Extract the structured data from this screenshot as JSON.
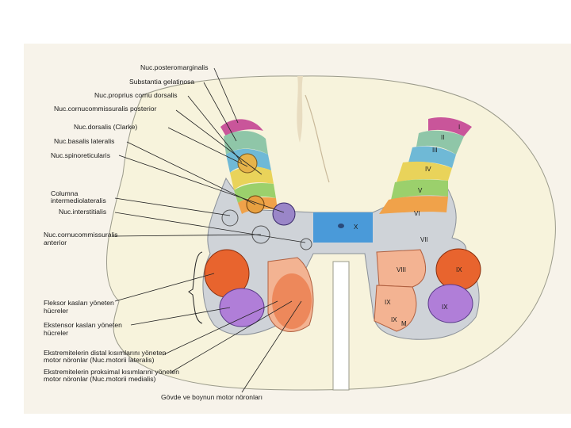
{
  "labels": {
    "nuc_posteromarginalis": "Nuc.posteromarginalis",
    "substantia_gelatinosa": "Substantia gelatinosa",
    "nuc_proprius": "Nuc.proprius cornu dorsalis",
    "nuc_commissuralis_posterior": "Nuc.cornucommissuralis posterior",
    "nuc_dorsalis": "Nuc.dorsalis (Clarke)",
    "nuc_basalis_lateralis": "Nuc.basalis lateralis",
    "nuc_spinoreticularis": "Nuc.spinoreticularis",
    "columna_1": "Columna",
    "columna_2": "intermediolateralis",
    "nuc_interstitialis": "Nuc.interstitialis",
    "nuc_commissuralis_anterior_1": "Nuc.cornucommissuralis",
    "nuc_commissuralis_anterior_2": "anterior",
    "fleksor_1": "Fleksor kasları yöneten",
    "fleksor_2": "hücreler",
    "ekstensor_1": "Ekstensor kasları yöneten",
    "ekstensor_2": "hücreler",
    "distal_1": "Ekstremitelerin distal kısımlarını yöneten",
    "distal_2": "motor nöronlar (Nuc.motorii lateralis)",
    "proksimal_1": "Ekstremitelerin proksimal kısımlarını yöneten",
    "proksimal_2": "motor nöronlar (Nuc.motorii medialis)",
    "govde": "Gövde ve boynun motor nöronları"
  },
  "laminae": {
    "I": "I",
    "II": "II",
    "III": "III",
    "IV": "IV",
    "V": "V",
    "VI": "VI",
    "VII": "VII",
    "VIII": "VIII",
    "IX_upper": "IX",
    "IX_left": "IX",
    "IX_right": "IX",
    "IX_m": "IX",
    "M": "M",
    "X": "X"
  },
  "colors": {
    "white_matter": "#f7f3dc",
    "gray_matter": "#cfd3d8",
    "lamina_I": "#c9559a",
    "lamina_II": "#8fc6a8",
    "lamina_III": "#6fb9d6",
    "lamina_IV": "#e9d35a",
    "lamina_V": "#9bd06c",
    "lamina_VI": "#f0a24a",
    "lamina_X": "#4a9ad9",
    "motor_red": "#e8642e",
    "motor_purple": "#b07ed8",
    "motor_peach": "#f3b392"
  }
}
